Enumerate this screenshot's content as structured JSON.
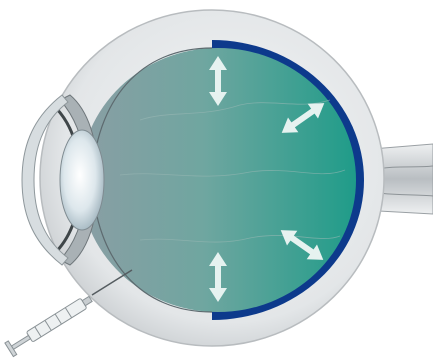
{
  "figure": {
    "subject": "eye-cross-section-with-intravitreal-injection",
    "parts": [
      "sclera",
      "cornea",
      "iris",
      "lens",
      "vitreous-body",
      "retina-layer",
      "optic-nerve",
      "syringe"
    ],
    "arrow_icon": "double-headed-arrow-icon",
    "arrow_count": 4,
    "colors": {
      "vitreous_left": "#7f9aa0",
      "vitreous_right": "#1e9c8a",
      "retina_layer": "#0d3a8c",
      "sclera": "#e7e9ea",
      "arrows": "#e6f2f0",
      "background": "#ffffff"
    }
  }
}
